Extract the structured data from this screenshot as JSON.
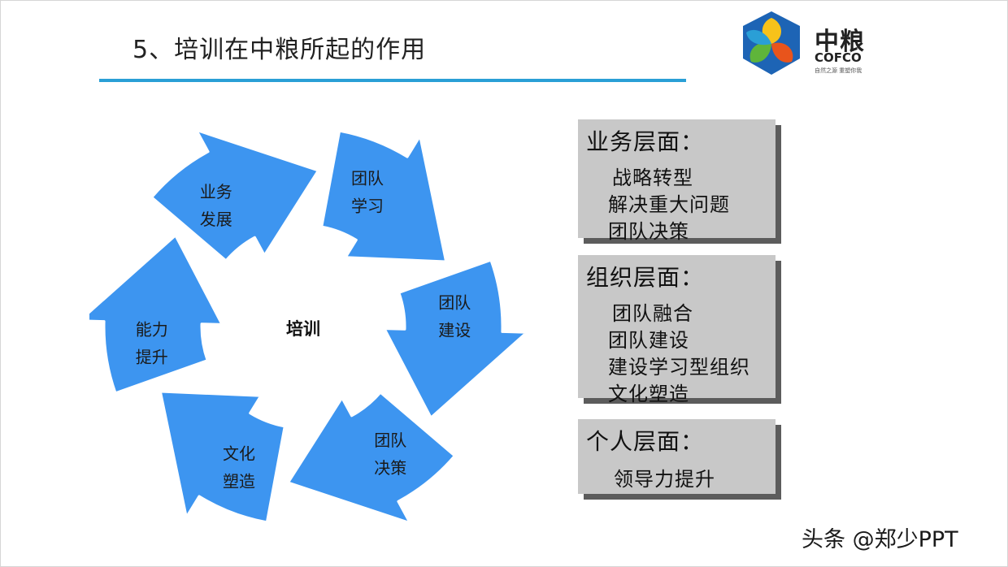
{
  "title": "5、培训在中粮所起的作用",
  "logo": {
    "name_cn": "中粮",
    "name_en": "COFCO",
    "slogan": "自然之源 重塑你我"
  },
  "cycle": {
    "center": "培训",
    "segments": [
      {
        "line1": "业务",
        "line2": "发展"
      },
      {
        "line1": "团队",
        "line2": "学习"
      },
      {
        "line1": "团队",
        "line2": "建设"
      },
      {
        "line1": "团队",
        "line2": "决策"
      },
      {
        "line1": "文化",
        "line2": "塑造"
      },
      {
        "line1": "能力",
        "line2": "提升"
      }
    ],
    "colors": {
      "arrow": "#3d95f0",
      "outline": "#ffffff"
    }
  },
  "panels": [
    {
      "heading": "业务层面：",
      "items": [
        "战略转型",
        "解决重大问题",
        "团队决策"
      ]
    },
    {
      "heading": "组织层面：",
      "items": [
        "团队融合",
        "团队建设",
        "建设学习型组织",
        "文化塑造"
      ]
    },
    {
      "heading": "个人层面：",
      "items": [
        "领导力提升"
      ]
    }
  ],
  "watermark": "头条 @郑少PPT",
  "colors": {
    "accent_rule": "#2a9fd6",
    "panel_bg": "#c8c8c8",
    "panel_shadow": "#5c5c5c"
  }
}
